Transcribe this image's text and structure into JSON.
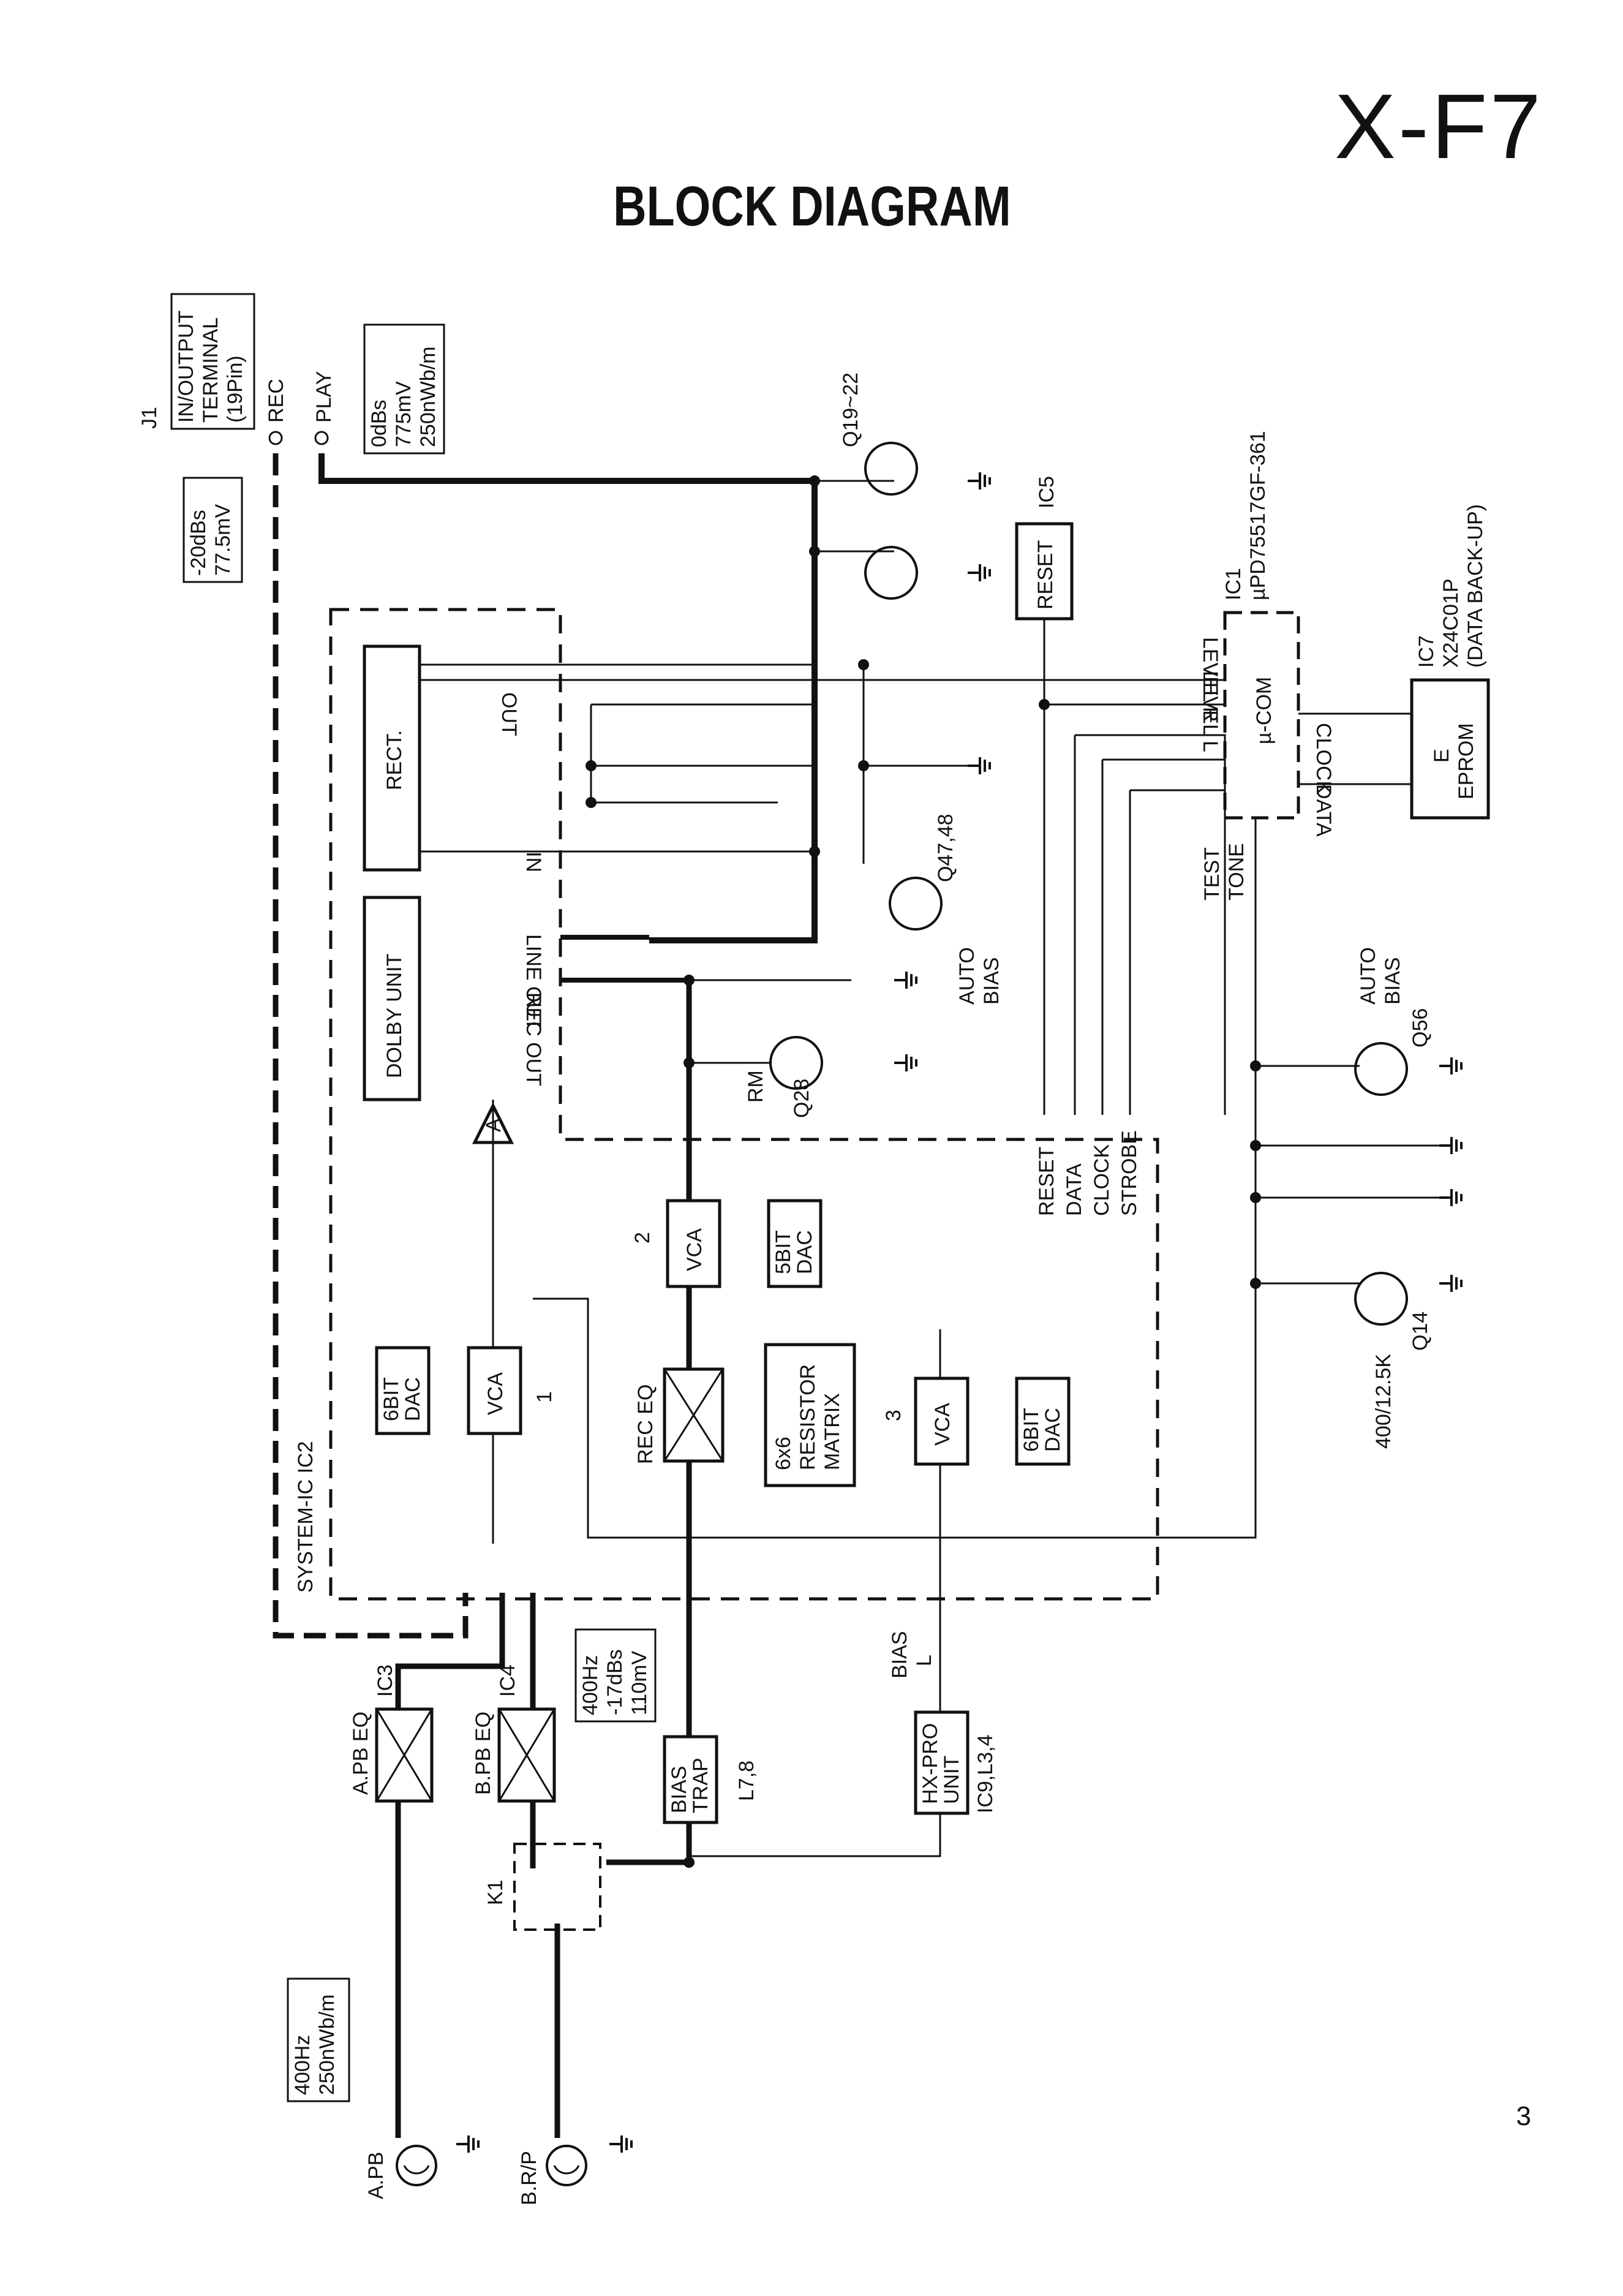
{
  "header": {
    "model": "X-F7",
    "title": "BLOCK DIAGRAM",
    "page_number": "3"
  },
  "terminal": {
    "ref": "J1",
    "box": [
      "IN/OUTPUT",
      "TERMINAL",
      "(19Pin)"
    ],
    "rec": "REC",
    "play": "PLAY"
  },
  "levels": {
    "rec_in": [
      "-20dBs",
      "77.5mV"
    ],
    "play_out": [
      "0dBs",
      "775mV",
      "250nWb/m"
    ],
    "head_ref": [
      "400Hz",
      "250nWb/m"
    ],
    "bias_ref": [
      "400Hz",
      "-17dBs",
      "110mV"
    ]
  },
  "system_ic": {
    "label": "SYSTEM-IC  IC2"
  },
  "blocks": {
    "rect": "RECT.",
    "dolby": "DOLBY  UNIT",
    "amp": "A",
    "vca": "VCA",
    "dac6": [
      "6BIT",
      "DAC"
    ],
    "dac5": [
      "5BIT",
      "DAC"
    ],
    "rec_eq": "REC EQ",
    "resistor_matrix": [
      "6x6",
      "RESISTOR",
      "MATRIX"
    ],
    "num1": "1",
    "num2": "2",
    "num3": "3",
    "reset": "RESET",
    "ucom": "µ-COM",
    "eprom": "EPROM",
    "e2": "E",
    "bias_trap": [
      "BIAS",
      "TRAP"
    ],
    "hx_pro": [
      "HX-PRO",
      "UNIT"
    ],
    "a_pb_eq": "A.PB EQ",
    "b_pb_eq": "B.PB EQ"
  },
  "pins": {
    "out": "OUT",
    "in": "IN",
    "line_out": "LINE OUT",
    "rec_out": "REC OUT",
    "level_r": "LEVEL R",
    "level_l": "LEVEL L",
    "clock": "CLOCK",
    "data": "DATA",
    "reset": "RESET",
    "data2": "DATA",
    "clock2": "CLOCK",
    "strobe": "STROBE",
    "test_tone": [
      "TEST",
      "TONE"
    ],
    "bias_l": [
      "BIAS",
      "L"
    ]
  },
  "parts": {
    "ic5": "IC5",
    "ic1": [
      "IC1",
      "µPD75517GF-361"
    ],
    "ic7": [
      "IC7",
      "X24C01P",
      "(DATA BACK-UP)"
    ],
    "q19_22": "Q19~22",
    "q47_48": "Q47,48",
    "auto_bias": [
      "AUTO",
      "BIAS"
    ],
    "rm": "RM",
    "q28": "Q28",
    "q56": "Q56",
    "auto_bias2": [
      "AUTO",
      "BIAS"
    ],
    "q14": "Q14",
    "q14_note": "400/12.5K",
    "ic3": "IC3",
    "ic4": "IC4",
    "l78": "L7,8",
    "ic9": "IC9,L3,4",
    "k1": "K1",
    "a_pb": "A.PB",
    "b_rp": "B.R/P"
  }
}
